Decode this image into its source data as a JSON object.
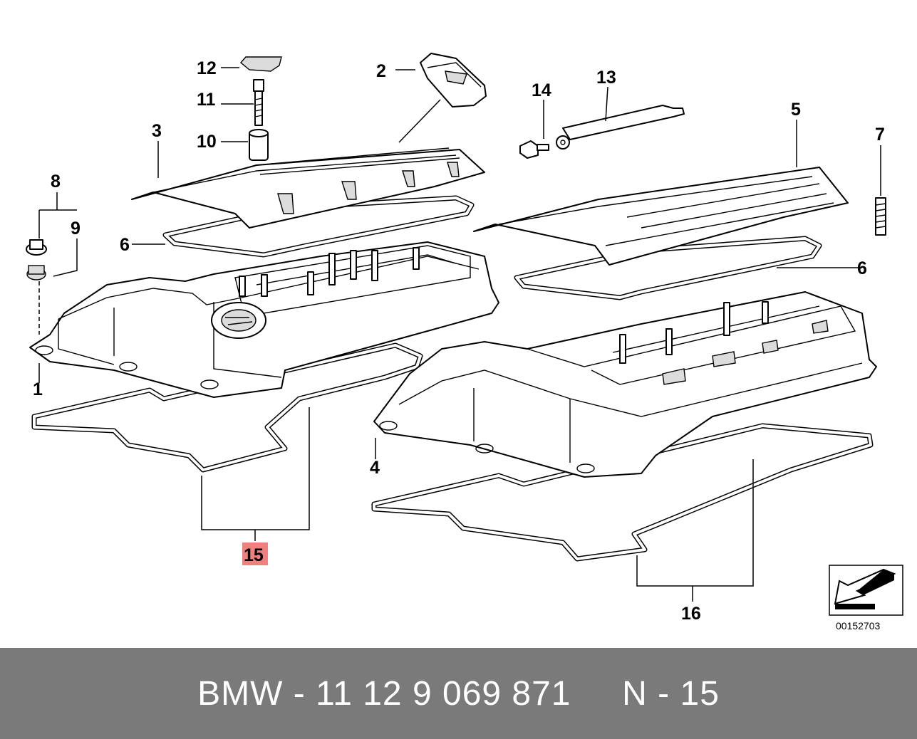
{
  "diagram": {
    "labels": {
      "p1": "1",
      "p2": "2",
      "p3": "3",
      "p4": "4",
      "p5": "5",
      "p6a": "6",
      "p6b": "6",
      "p7": "7",
      "p8": "8",
      "p9": "9",
      "p10": "10",
      "p11": "11",
      "p12": "12",
      "p13": "13",
      "p14": "14",
      "p15": "15",
      "p16": "16"
    },
    "highlight_color": "#f08080",
    "reference_number": "00152703",
    "direction_icon": "arrow-front-icon"
  },
  "footer": {
    "text": "BMW - 11 12 9 069 871     N - 15",
    "background": "#7a7a7a"
  }
}
